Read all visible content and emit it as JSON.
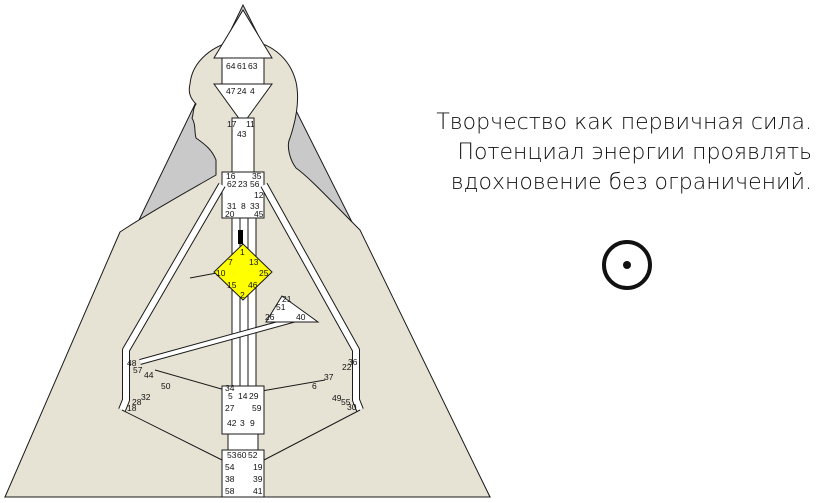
{
  "caption": {
    "line1": "Творчество как первичная сила.",
    "line2": "Потенциал энергии проявлять",
    "line3": "вдохновение без ограничений."
  },
  "symbol": {
    "name": "sun-symbol-icon"
  },
  "colors": {
    "background": "#ffffff",
    "body": "#e6e3d4",
    "shadow": "#c9c9c9",
    "outline": "#1a1a1a",
    "g_center": "#ffff00",
    "activation": "#000000"
  },
  "gates": {
    "head": [
      "64",
      "61",
      "63"
    ],
    "ajna_top": [
      "47",
      "24",
      "4"
    ],
    "ajna_bottom": [
      "17",
      "11",
      "43"
    ],
    "throat_left": [
      "62",
      "23",
      "56"
    ],
    "throat_misc": [
      "8",
      "35",
      "12",
      "31",
      "33",
      "20",
      "16",
      "45"
    ],
    "g_center": [
      "1",
      "7",
      "13",
      "10",
      "25",
      "15",
      "46",
      "2"
    ],
    "heart": [
      "21",
      "51",
      "26",
      "40"
    ],
    "spleen": [
      "48",
      "57",
      "44",
      "50",
      "32",
      "28",
      "18"
    ],
    "solar_plexus": [
      "36",
      "22",
      "37",
      "6",
      "49",
      "55",
      "30"
    ],
    "sacral": [
      "34",
      "5",
      "14",
      "29",
      "27",
      "59",
      "42",
      "3",
      "9"
    ],
    "root": [
      "53",
      "60",
      "52",
      "54",
      "19",
      "38",
      "39",
      "58",
      "41"
    ]
  }
}
